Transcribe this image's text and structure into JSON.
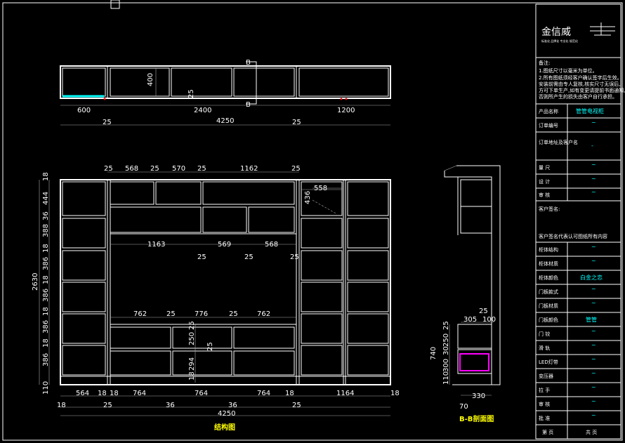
{
  "top_view": {
    "dims_mid": [
      "600",
      "2400",
      "1200"
    ],
    "dims_bottom": [
      "25",
      "4250",
      "25"
    ],
    "height_label": "400",
    "small_label": "25",
    "section_mark": "B"
  },
  "elevation": {
    "top_dims": [
      "25",
      "568",
      "25",
      "570",
      "25",
      "1162",
      "25"
    ],
    "left_dims": [
      "18",
      "444",
      "36",
      "388",
      "18",
      "386",
      "18",
      "386",
      "18",
      "386",
      "18",
      "386",
      "110"
    ],
    "total_height": "2630",
    "shelf_dims": [
      "1163",
      "569",
      "568"
    ],
    "shelf_gaps": [
      "25",
      "25",
      "25"
    ],
    "mid_dims": [
      "762",
      "25",
      "776",
      "25",
      "762"
    ],
    "inner_dims": [
      "25",
      "250",
      "25",
      "294",
      "18"
    ],
    "side_box": "558",
    "side_box_h": "436",
    "bottom_dims": [
      "564",
      "18",
      "18",
      "764",
      "764",
      "764",
      "18",
      "1164",
      "18"
    ],
    "bottom_row2": [
      "18",
      "25",
      "36",
      "36",
      "25"
    ],
    "total_width": "4250",
    "title": "结构图"
  },
  "section": {
    "dims_top": [
      "305",
      "100"
    ],
    "gap": "25",
    "stack": [
      "25",
      "250",
      "30",
      "300",
      "110"
    ],
    "total": "740",
    "bottom": [
      "330",
      "70"
    ],
    "title": "B-B剖面图"
  },
  "title_block": {
    "logo_text": "金信威",
    "logo_sub": "标准化 品牌化 专业化 规范化",
    "notes_title": "备注:",
    "notes": [
      "1.图纸尺寸以毫米为单位。",
      "2.所有图纸须经客户确认签字后生效。",
      "  安装前需由专人复核,核实尺寸无误后,",
      "  方可下单生产,如有变更请提前书面通知,",
      "  否则所产生的损失由客户自行承担。"
    ],
    "rows": [
      {
        "label": "产品名称",
        "value": "管管电视柜"
      },
      {
        "label": "订单编号",
        "value": "~"
      },
      {
        "label": "订单地址及客户名",
        "value": "-"
      },
      {
        "label": "量  尺",
        "value": "~"
      },
      {
        "label": "设  计",
        "value": "~"
      },
      {
        "label": "审  核",
        "value": "~"
      }
    ],
    "signature_label": "客户签名:",
    "signature_note": "客户签名代表认可图纸所有内容",
    "rows2": [
      {
        "label": "柜体结构",
        "value": "~"
      },
      {
        "label": "柜体材质",
        "value": "~"
      },
      {
        "label": "柜体颜色",
        "value": "白金之恋"
      },
      {
        "label": "门板款式",
        "value": "~"
      },
      {
        "label": "门板材质",
        "value": "~"
      },
      {
        "label": "门板颜色",
        "value": "管管"
      },
      {
        "label": "门  铰",
        "value": "~"
      },
      {
        "label": "滑  轨",
        "value": "~"
      },
      {
        "label": "LED灯带",
        "value": "~"
      },
      {
        "label": "变压器",
        "value": "~"
      },
      {
        "label": "拉  手",
        "value": "~"
      },
      {
        "label": "审  核",
        "value": "~"
      },
      {
        "label": "批  准",
        "value": "~"
      }
    ],
    "footer": [
      "第  页",
      "共  页"
    ]
  }
}
